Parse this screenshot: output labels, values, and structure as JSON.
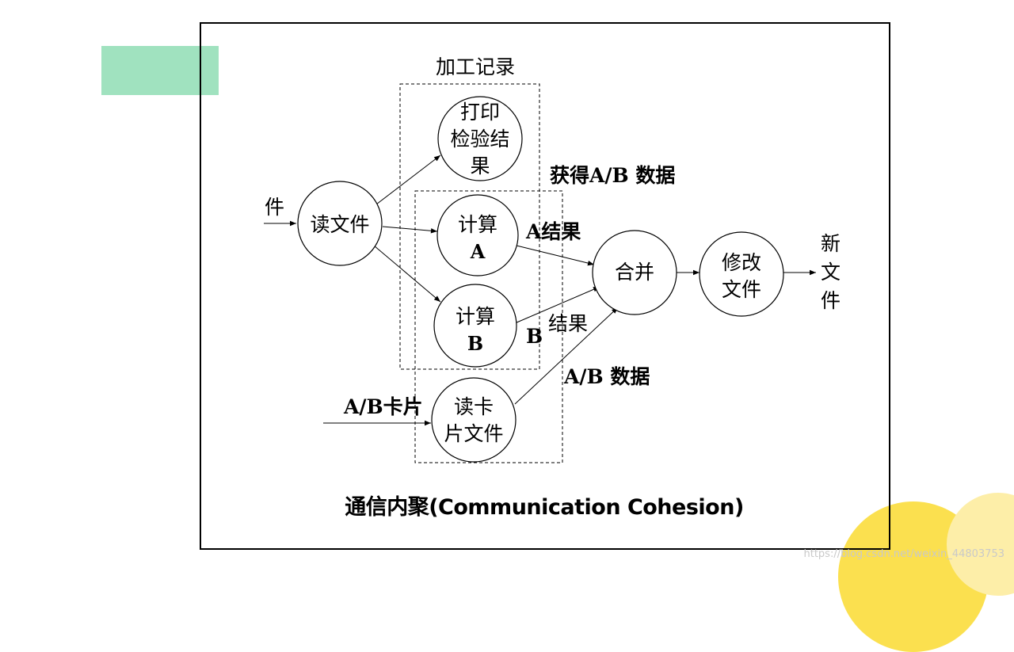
{
  "slide": {
    "caption": "通信内聚(Communication Cohesion)",
    "watermark": "https://blog.csdn.net/weixin_44803753",
    "colors": {
      "green_box": "#a0e2bf",
      "yellow_accent": "#fbe04f",
      "yellow_light": "#fdeea8"
    }
  },
  "diagram": {
    "group_labels": {
      "processing_record": "加工记录",
      "get_ab_data": "获得A/B 数据"
    },
    "nodes": {
      "read_file": [
        "读文件"
      ],
      "print_check": [
        "打印",
        "检验结",
        "果"
      ],
      "calc_a": [
        "计算",
        "A"
      ],
      "calc_b": [
        "计算",
        "B"
      ],
      "read_card": [
        "读卡",
        "片文件"
      ],
      "merge": [
        "合并"
      ],
      "modify": [
        "修改",
        "文件"
      ]
    },
    "edge_labels": {
      "input_file": "件",
      "a_result": "A结果",
      "b_result_b": "B",
      "b_result_text": "结果",
      "ab_data": "A/B 数据",
      "ab_card": "A/B卡片",
      "new_file": [
        "新",
        "文",
        "件"
      ]
    }
  }
}
